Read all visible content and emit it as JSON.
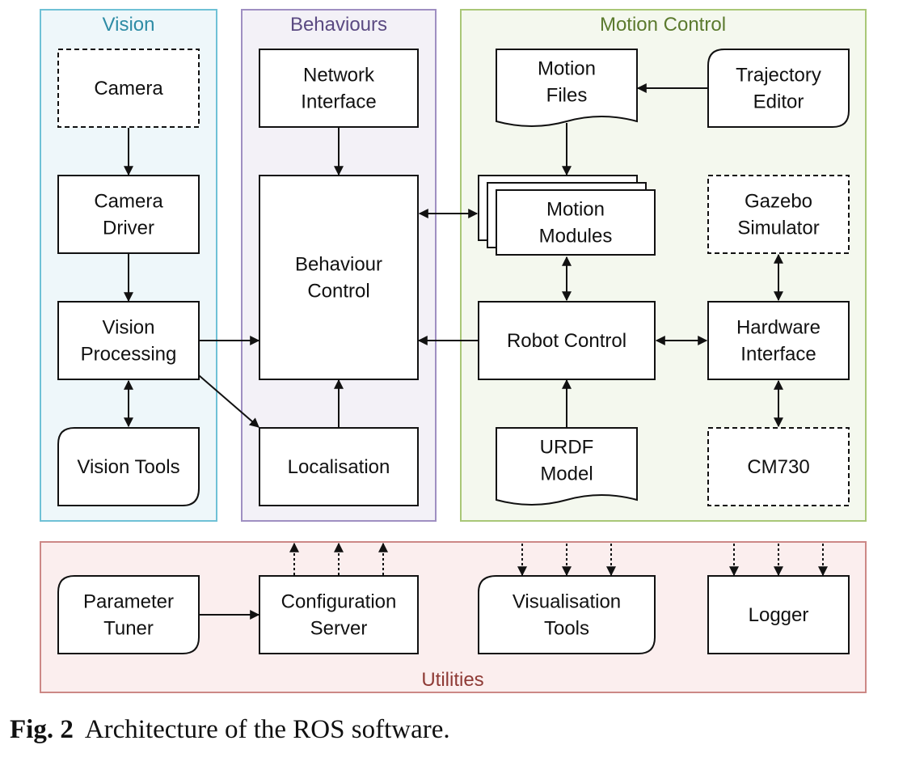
{
  "groups": {
    "vision": {
      "title": "Vision",
      "color": "#2e8ca5",
      "fill": "#eef7fa",
      "stroke": "#6fc1d6"
    },
    "behaviours": {
      "title": "Behaviours",
      "color": "#5b4a82",
      "fill": "#f3f1f7",
      "stroke": "#9f8fc2"
    },
    "motion": {
      "title": "Motion Control",
      "color": "#5b7a2e",
      "fill": "#f4f8ee",
      "stroke": "#a9c777"
    },
    "utilities": {
      "title": "Utilities",
      "color": "#8e3a35",
      "fill": "#fbeeee",
      "stroke": "#cc8886"
    }
  },
  "nodes": {
    "camera": [
      "Camera"
    ],
    "camera_driver": [
      "Camera",
      "Driver"
    ],
    "vision_processing": [
      "Vision",
      "Processing"
    ],
    "vision_tools": [
      "Vision Tools"
    ],
    "network_interface": [
      "Network",
      "Interface"
    ],
    "behaviour_control": [
      "Behaviour",
      "Control"
    ],
    "localisation": [
      "Localisation"
    ],
    "motion_files": [
      "Motion",
      "Files"
    ],
    "trajectory_editor": [
      "Trajectory",
      "Editor"
    ],
    "motion_modules": [
      "Motion",
      "Modules"
    ],
    "gazebo_simulator": [
      "Gazebo",
      "Simulator"
    ],
    "robot_control": [
      "Robot Control"
    ],
    "hardware_interface": [
      "Hardware",
      "Interface"
    ],
    "urdf_model": [
      "URDF",
      "Model"
    ],
    "cm730": [
      "CM730"
    ],
    "parameter_tuner": [
      "Parameter",
      "Tuner"
    ],
    "configuration_server": [
      "Configuration",
      "Server"
    ],
    "visualisation_tools": [
      "Visualisation",
      "Tools"
    ],
    "logger": [
      "Logger"
    ]
  },
  "caption": {
    "label": "Fig. 2",
    "text": "Architecture of the ROS software."
  }
}
